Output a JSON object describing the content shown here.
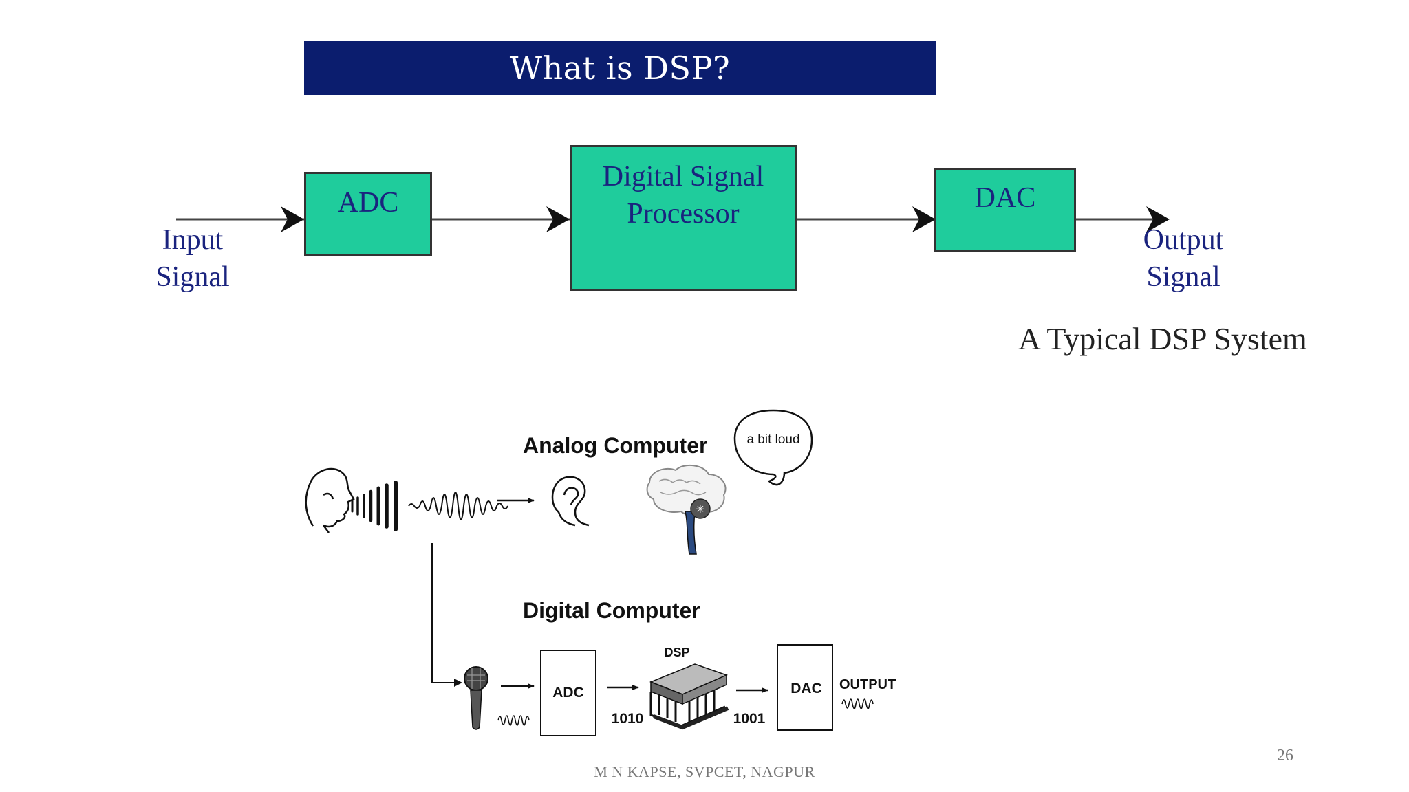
{
  "slide": {
    "title": "What is DSP?",
    "page_number": "26",
    "footer": "M N KAPSE, SVPCET, NAGPUR"
  },
  "top_diagram": {
    "input_label": "Input\nSignal",
    "adc_label": "ADC",
    "dsp_label": "Digital Signal\nProcessor",
    "dac_label": "DAC",
    "output_label": "Output\nSignal",
    "caption": "A Typical DSP System",
    "block_color": "#1fcc9c",
    "label_color": "#1a237e"
  },
  "bottom_diagram": {
    "analog_title": "Analog Computer",
    "speech_bubble": "a bit loud",
    "digital_title": "Digital Computer",
    "adc_label": "ADC",
    "dsp_label": "DSP",
    "dac_label": "DAC",
    "output_label": "OUTPUT",
    "code_after_adc": "1010",
    "code_after_dsp": "1001"
  },
  "colors": {
    "title_bar": "#0b1d6e",
    "title_text": "#ffffff"
  }
}
